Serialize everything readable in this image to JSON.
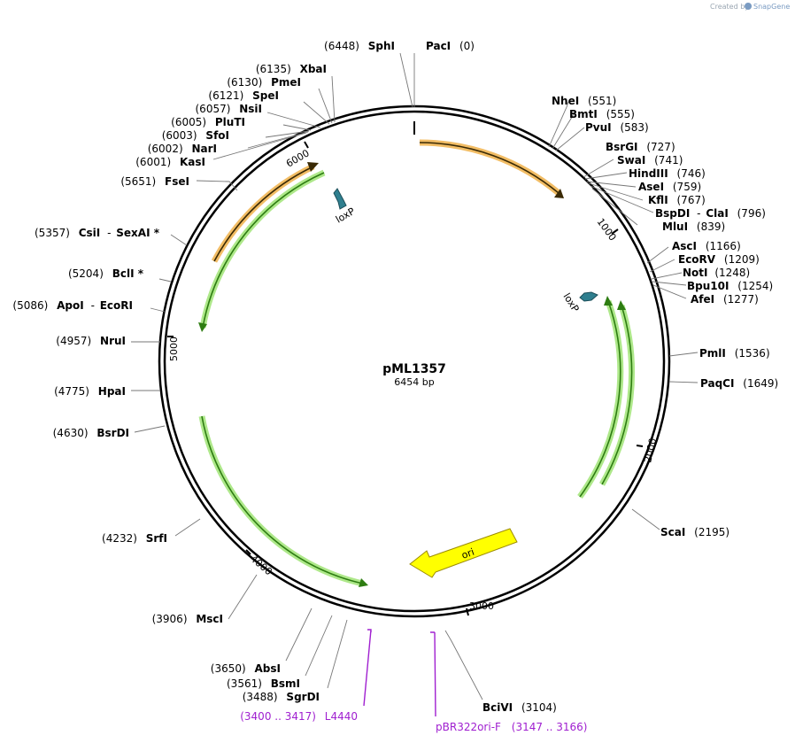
{
  "credit": {
    "prefix": "Created by",
    "brand": "SnapGene"
  },
  "plasmid": {
    "name": "pML1357",
    "size_label": "6454 bp"
  },
  "colors": {
    "primer": "#a020d0",
    "orf_fill": "#7ed957",
    "orf_border": "#2e7d12",
    "orange_fill": "#f0b24a",
    "ori_fill": "#ffff00",
    "loxp_fill": "#2f7f8f"
  },
  "ticks": [
    "1000",
    "2000",
    "3000",
    "4000",
    "5000",
    "6000"
  ],
  "sites": [
    {
      "name": "PacI",
      "pos": "(0)",
      "side": "right"
    },
    {
      "name": "SphI",
      "pos": "(6448)",
      "side": "left"
    },
    {
      "name": "XbaI",
      "pos": "(6135)",
      "side": "left"
    },
    {
      "name": "PmeI",
      "pos": "(6130)",
      "side": "left"
    },
    {
      "name": "SpeI",
      "pos": "(6121)",
      "side": "left"
    },
    {
      "name": "NsiI",
      "pos": "(6057)",
      "side": "left"
    },
    {
      "name": "PluTI",
      "pos": "(6005)",
      "side": "left"
    },
    {
      "name": "SfoI",
      "pos": "(6003)",
      "side": "left"
    },
    {
      "name": "NarI",
      "pos": "(6002)",
      "side": "left"
    },
    {
      "name": "KasI",
      "pos": "(6001)",
      "side": "left"
    },
    {
      "name": "FseI",
      "pos": "(5651)",
      "side": "left"
    },
    {
      "name": "CsiI",
      "name2": "SexAI *",
      "pos": "(5357)",
      "side": "left"
    },
    {
      "name": "BclI *",
      "pos": "(5204)",
      "side": "left"
    },
    {
      "name": "ApoI",
      "name2": "EcoRI",
      "pos": "(5086)",
      "side": "left"
    },
    {
      "name": "NruI",
      "pos": "(4957)",
      "side": "left"
    },
    {
      "name": "HpaI",
      "pos": "(4775)",
      "side": "left"
    },
    {
      "name": "BsrDI",
      "pos": "(4630)",
      "side": "left"
    },
    {
      "name": "SrfI",
      "pos": "(4232)",
      "side": "left"
    },
    {
      "name": "MscI",
      "pos": "(3906)",
      "side": "left"
    },
    {
      "name": "AbsI",
      "pos": "(3650)",
      "side": "left"
    },
    {
      "name": "BsmI",
      "pos": "(3561)",
      "side": "left"
    },
    {
      "name": "SgrDI",
      "pos": "(3488)",
      "side": "left"
    },
    {
      "name": "BciVI",
      "pos": "(3104)",
      "side": "right"
    },
    {
      "name": "ScaI",
      "pos": "(2195)",
      "side": "right"
    },
    {
      "name": "PaqCI",
      "pos": "(1649)",
      "side": "right"
    },
    {
      "name": "PmlI",
      "pos": "(1536)",
      "side": "right"
    },
    {
      "name": "AfeI",
      "pos": "(1277)",
      "side": "right"
    },
    {
      "name": "Bpu10I",
      "pos": "(1254)",
      "side": "right"
    },
    {
      "name": "NotI",
      "pos": "(1248)",
      "side": "right"
    },
    {
      "name": "EcoRV",
      "pos": "(1209)",
      "side": "right"
    },
    {
      "name": "AscI",
      "pos": "(1166)",
      "side": "right"
    },
    {
      "name": "MluI",
      "pos": "(839)",
      "side": "right"
    },
    {
      "name": "BspDI",
      "name2": "ClaI",
      "pos": "(796)",
      "side": "right"
    },
    {
      "name": "KflI",
      "pos": "(767)",
      "side": "right"
    },
    {
      "name": "AseI",
      "pos": "(759)",
      "side": "right"
    },
    {
      "name": "HindIII",
      "pos": "(746)",
      "side": "right"
    },
    {
      "name": "SwaI",
      "pos": "(741)",
      "side": "right"
    },
    {
      "name": "BsrGI",
      "pos": "(727)",
      "side": "right"
    },
    {
      "name": "PvuI",
      "pos": "(583)",
      "side": "right"
    },
    {
      "name": "BmtI",
      "pos": "(555)",
      "side": "right"
    },
    {
      "name": "NheI",
      "pos": "(551)",
      "side": "right"
    }
  ],
  "primers": [
    {
      "name": "L4440",
      "range": "(3400 .. 3417)"
    },
    {
      "name": "pBR322ori-F",
      "range": "(3147 .. 3166)"
    }
  ],
  "features": [
    {
      "name": "loxP"
    },
    {
      "name": "loxP"
    },
    {
      "name": "ori"
    }
  ]
}
